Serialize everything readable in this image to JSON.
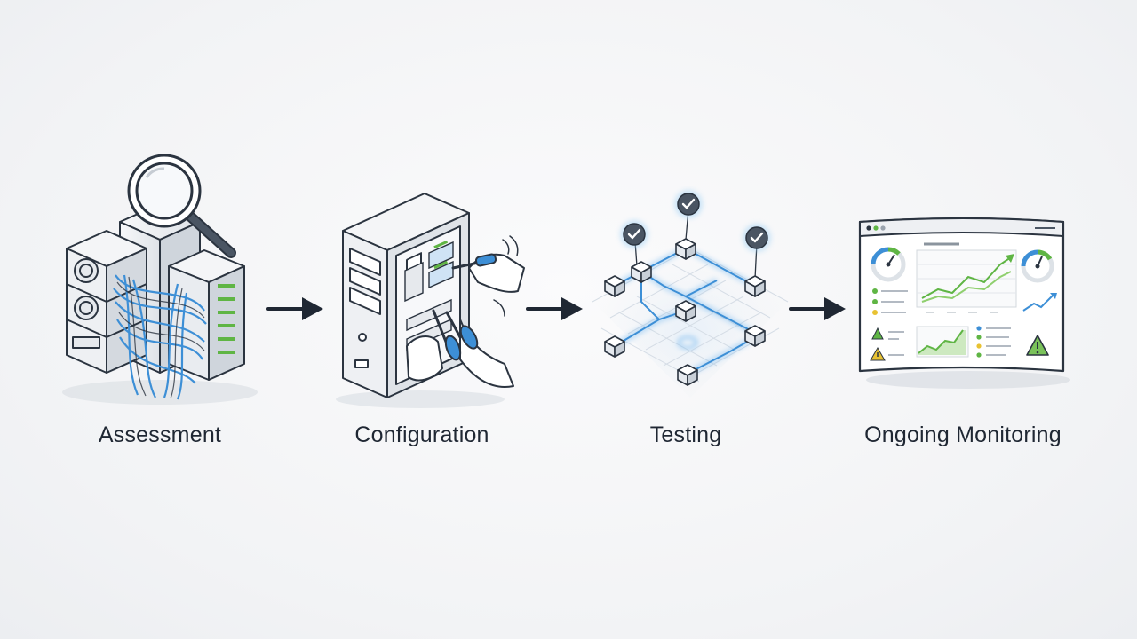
{
  "steps": [
    {
      "id": "assessment",
      "label": "Assessment",
      "icon": "server-rack-magnifier-icon"
    },
    {
      "id": "configuration",
      "label": "Configuration",
      "icon": "server-tower-tools-icon"
    },
    {
      "id": "testing",
      "label": "Testing",
      "icon": "network-nodes-check-icon"
    },
    {
      "id": "monitoring",
      "label": "Ongoing Monitoring",
      "icon": "dashboard-monitor-icon"
    }
  ],
  "colors": {
    "outline": "#2b3440",
    "accent_blue": "#3d8fd6",
    "accent_green": "#5fb544",
    "warning": "#e8c232",
    "text": "#1f2733"
  }
}
